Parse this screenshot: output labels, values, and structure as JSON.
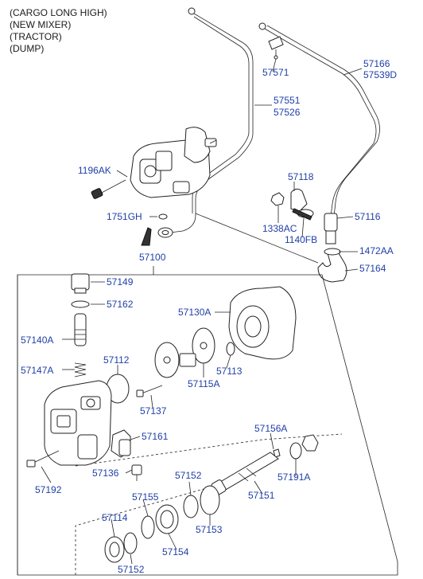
{
  "variants": [
    "(CARGO LONG HIGH)",
    "(NEW MIXER)",
    "(TRACTOR)",
    "(DUMP)"
  ],
  "colors": {
    "part_label": "#1f3fa6",
    "ink": "#222222"
  },
  "labels": {
    "p57571": "57571",
    "p57166": "57166",
    "p57539D": "57539D",
    "p57551": "57551",
    "p57526": "57526",
    "p1196AK": "1196AK",
    "p57118": "57118",
    "p1751GH": "1751GH",
    "p1338AC": "1338AC",
    "p57116": "57116",
    "p1140FB": "1140FB",
    "p1472AA": "1472AA",
    "p57100": "57100",
    "p57164": "57164",
    "p57149": "57149",
    "p57162": "57162",
    "p57130A": "57130A",
    "p57140A": "57140A",
    "p57112": "57112",
    "p57113": "57113",
    "p57147A": "57147A",
    "p57115A": "57115A",
    "p57137": "57137",
    "p57161": "57161",
    "p57156A": "57156A",
    "p57192": "57192",
    "p57136": "57136",
    "p57191A": "57191A",
    "p57152a": "57152",
    "p57151": "57151",
    "p57155": "57155",
    "p57114": "57114",
    "p57153": "57153",
    "p57154": "57154",
    "p57152b": "57152"
  }
}
